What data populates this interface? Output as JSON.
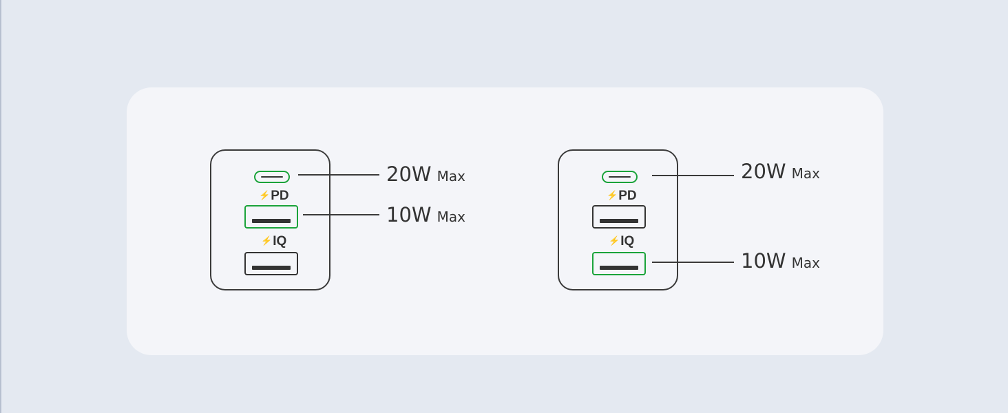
{
  "diagrams": [
    {
      "ports": {
        "usbc_label": "PD",
        "iq_label": "IQ"
      },
      "callouts": [
        {
          "watt": "20W",
          "suffix": "Max"
        },
        {
          "watt": "10W",
          "suffix": "Max"
        }
      ]
    },
    {
      "ports": {
        "usbc_label": "PD",
        "iq_label": "IQ"
      },
      "callouts": [
        {
          "watt": "20W",
          "suffix": "Max"
        },
        {
          "watt": "10W",
          "suffix": "Max"
        }
      ]
    }
  ],
  "icons": {
    "bolt": "⚡"
  },
  "colors": {
    "active_port": "#1aa33a",
    "outline": "#333333",
    "background": "#e4e9f1",
    "panel": "#f4f5f9"
  }
}
